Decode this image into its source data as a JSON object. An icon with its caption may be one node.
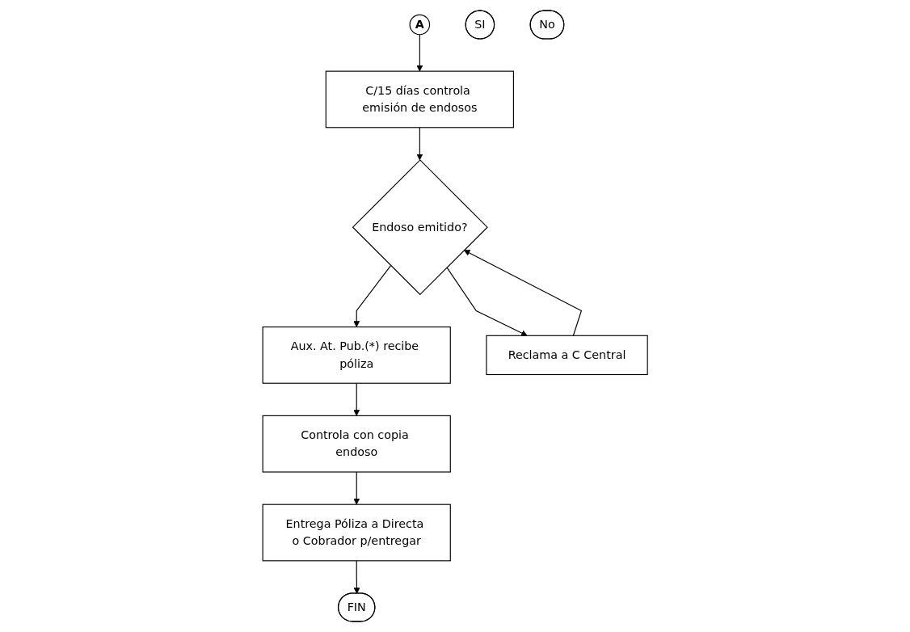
{
  "diagram": {
    "nodes": [
      {
        "text": [
          "A"
        ]
      },
      {
        "text": [
          "C/15 días controla emisión de endosos"
        ]
      },
      {
        "text": [
          "SI"
        ]
      },
      {
        "text": [
          "Endoso emitido?"
        ]
      },
      {
        "text": [
          "No"
        ]
      },
      {
        "text": [
          "Aux. At. Pub.(*) recibe póliza"
        ]
      },
      {
        "text": [
          "Reclama a C Central"
        ]
      },
      {
        "text": [
          "Controla con copia endoso"
        ]
      },
      {
        "text": [
          "Entrega Póliza a Directa o Cobrador p/entregar"
        ]
      },
      {
        "text": [
          "FIN"
        ]
      }
    ],
    "edges": [
      {
        "from": 0,
        "to": 1,
        "arrow": "to"
      },
      {
        "from": 1,
        "to": 3,
        "arrow": "to"
      },
      {
        "from": 3,
        "to": 5,
        "arrow": "to"
      },
      {
        "from": 3,
        "to": 6,
        "arrow": "to"
      },
      {
        "from": 6,
        "to": 3,
        "arrow": "to"
      },
      {
        "from": 5,
        "to": 7,
        "arrow": "to"
      },
      {
        "from": 7,
        "to": 8,
        "arrow": "to"
      },
      {
        "from": 8,
        "to": 9,
        "arrow": "to"
      }
    ]
  }
}
